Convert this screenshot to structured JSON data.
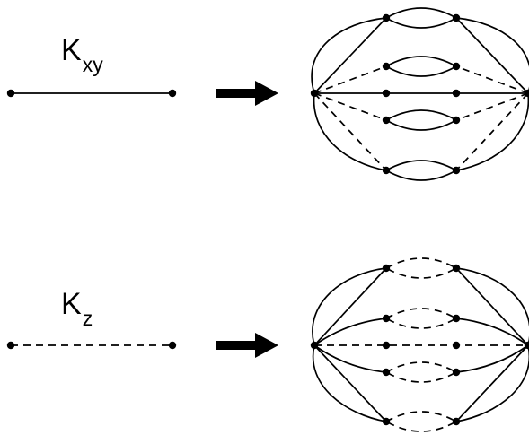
{
  "diagrams": [
    {
      "symbol": "K",
      "subscript": "xy",
      "bond_style": "solid"
    },
    {
      "symbol": "K",
      "subscript": "z",
      "bond_style": "dashed"
    }
  ]
}
